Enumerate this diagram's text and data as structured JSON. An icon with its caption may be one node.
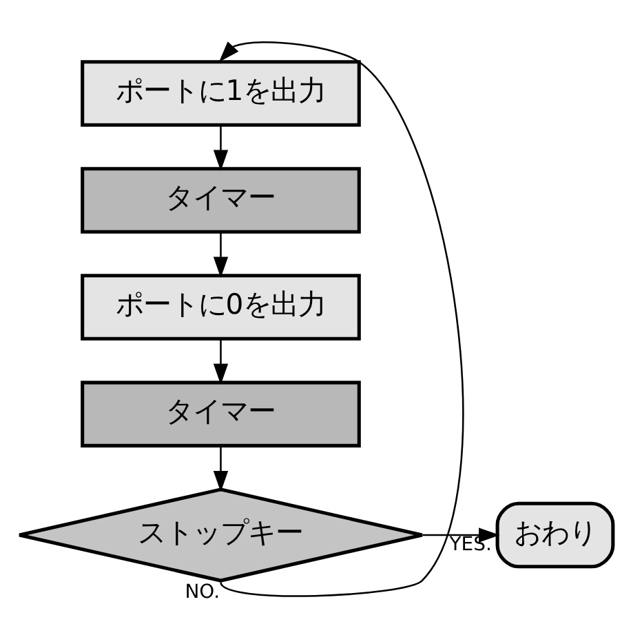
{
  "diagram": {
    "nodes": [
      {
        "text": [
          "ポートに1を出力"
        ]
      },
      {
        "text": [
          "タイマー"
        ]
      },
      {
        "text": [
          "ポートに0を出力"
        ]
      },
      {
        "text": [
          "タイマー"
        ]
      },
      {
        "text": [
          "ストップキー"
        ]
      },
      {
        "text": [
          "おわり"
        ]
      }
    ],
    "edges": [
      {
        "from": 0,
        "to": 1,
        "arrow": "to"
      },
      {
        "from": 1,
        "to": 2,
        "arrow": "to"
      },
      {
        "from": 2,
        "to": 3,
        "arrow": "to"
      },
      {
        "from": 3,
        "to": 4,
        "arrow": "to"
      },
      {
        "from": 4,
        "to": 5,
        "arrow": "to",
        "label": "YES."
      },
      {
        "from": 4,
        "to": 0,
        "arrow": "to",
        "label": "NO."
      }
    ]
  }
}
